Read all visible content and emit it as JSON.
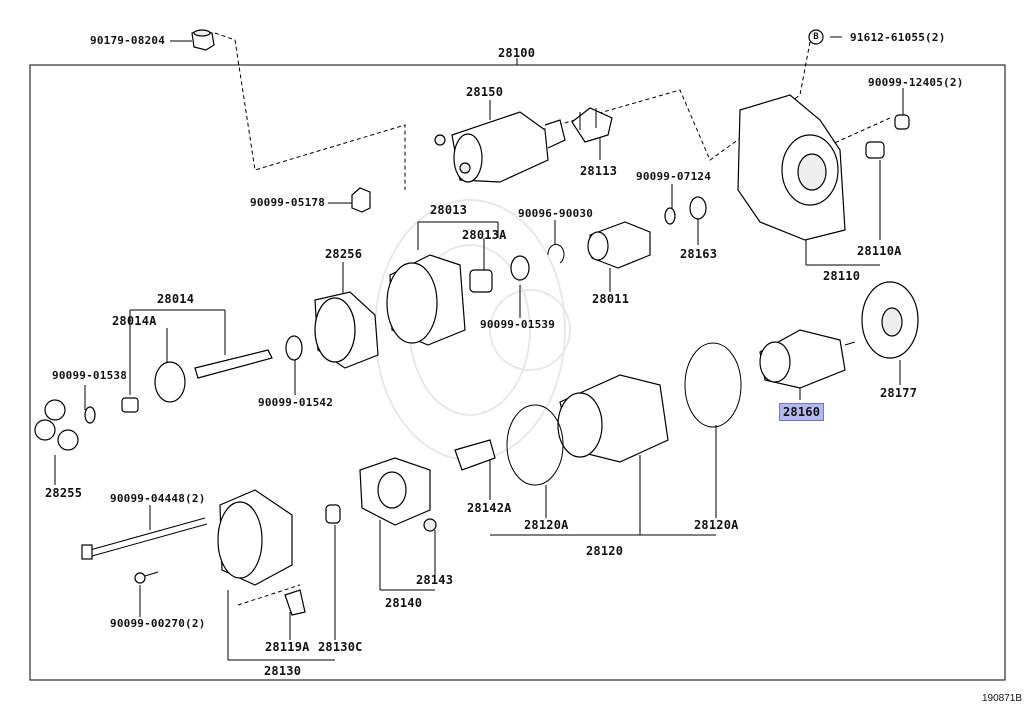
{
  "diagram": {
    "figure_number": "190871B",
    "highlighted_part": "28160",
    "colors": {
      "highlight_fill": "#b3b8ee",
      "highlight_border": "#7278c4",
      "line": "#000000",
      "background": "#ffffff"
    },
    "labels": {
      "p90179_08204": "90179-08204",
      "p28100": "28100",
      "p91612_61055": "91612-61055(2)",
      "p28150": "28150",
      "p90099_12405": "90099-12405(2)",
      "p28113": "28113",
      "p90099_05178": "90099-05178",
      "p28013": "28013",
      "p28013a": "28013A",
      "p90096_90030": "90096-90030",
      "p90099_07124": "90099-07124",
      "p28163": "28163",
      "p28256": "28256",
      "p28110a": "28110A",
      "p28011": "28011",
      "p28110": "28110",
      "p28014": "28014",
      "p28014a": "28014A",
      "p90099_01539": "90099-01539",
      "p90099_01538": "90099-01538",
      "p90099_01542": "90099-01542",
      "p28160": "28160",
      "p28177": "28177",
      "p28255": "28255",
      "p90099_04448": "90099-04448(2)",
      "p28142a": "28142A",
      "p28120a_left": "28120A",
      "p28120a_right": "28120A",
      "p28120": "28120",
      "p28143": "28143",
      "p28140": "28140",
      "p90099_00270": "90099-00270(2)",
      "p28119a": "28119A",
      "p28130c": "28130C",
      "p28130": "28130",
      "bolt_marker": "B"
    }
  }
}
